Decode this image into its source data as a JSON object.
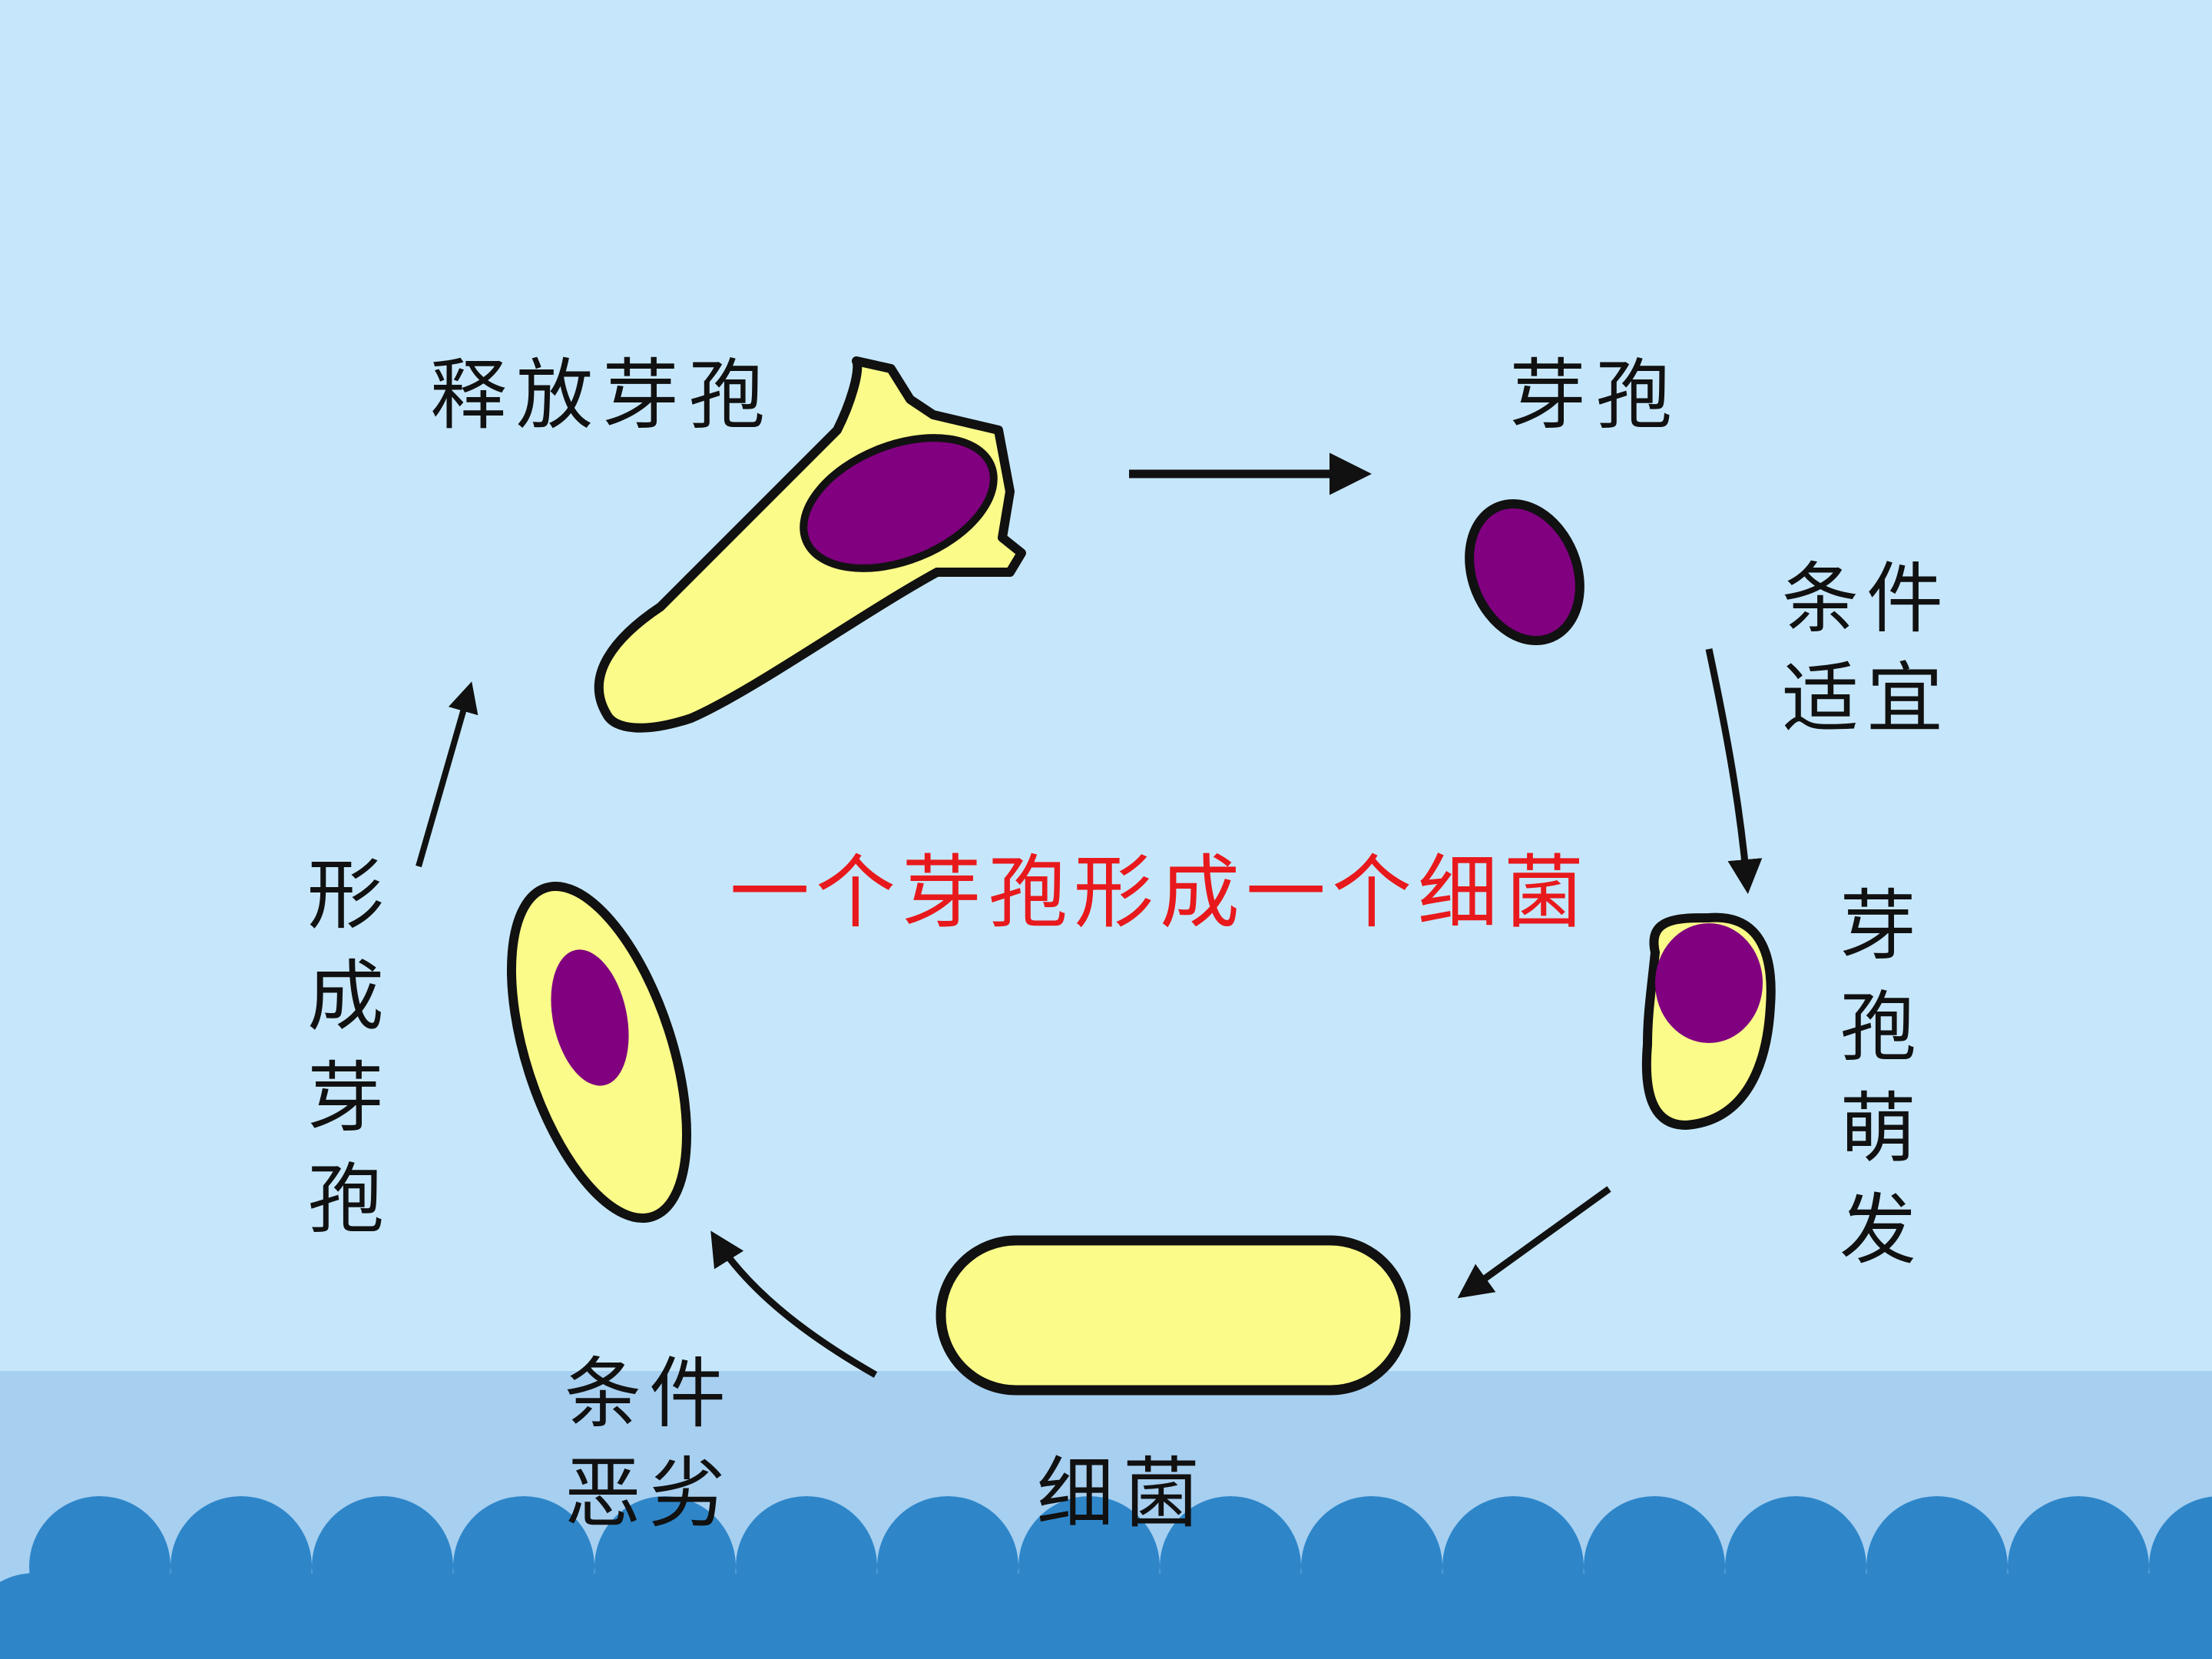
{
  "colors": {
    "sky": "#c6e7fb",
    "ground": "#a7cff0",
    "wave": "#2e86c9",
    "cell_fill": "#fbfb8a",
    "cell_outline": "#111111",
    "spore": "#800080",
    "title_red": "#e8191c"
  },
  "labels": {
    "release_spore": "释放芽孢",
    "spore": "芽孢",
    "conditions_suitable": "条件适宜",
    "spore_germination": "芽孢萌发",
    "bacterium": "细菌",
    "conditions_harsh": "条件恶劣",
    "form_spore": "形成芽孢"
  },
  "center_title": "一个芽孢形成一个细菌"
}
